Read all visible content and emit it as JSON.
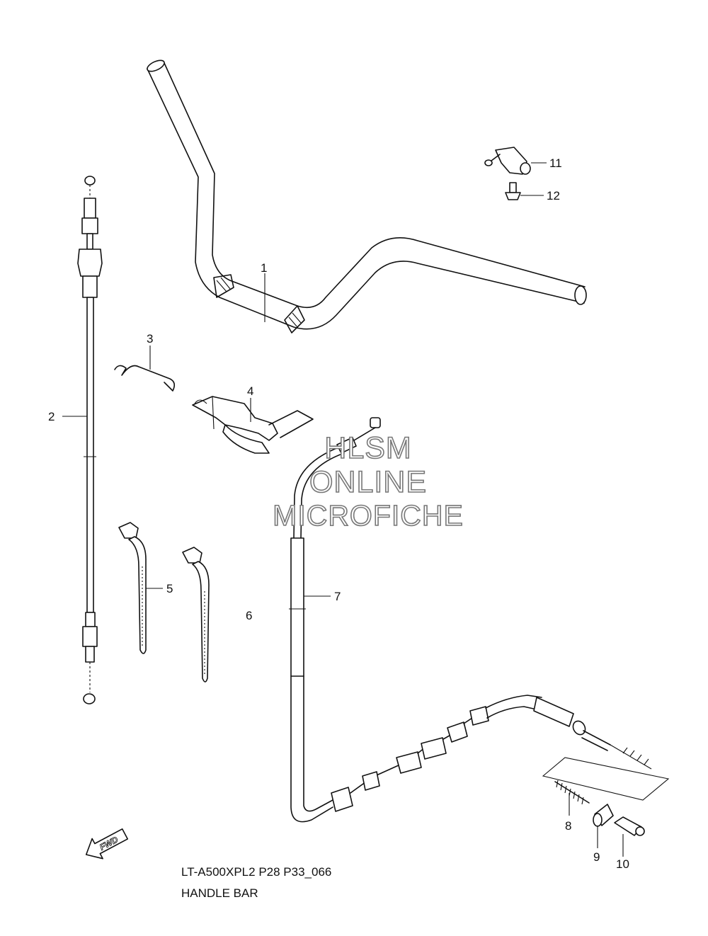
{
  "diagram": {
    "part_callouts": [
      "1",
      "2",
      "3",
      "4",
      "5",
      "6",
      "7",
      "8",
      "9",
      "10",
      "11",
      "12"
    ],
    "fwd_label": "FWD"
  },
  "watermark": {
    "line1": "HLSM",
    "line2": "ONLINE",
    "line3": "MICROFICHE"
  },
  "caption": {
    "code": "LT-A500XPL2 P28 P33_066",
    "title": "HANDLE BAR"
  }
}
